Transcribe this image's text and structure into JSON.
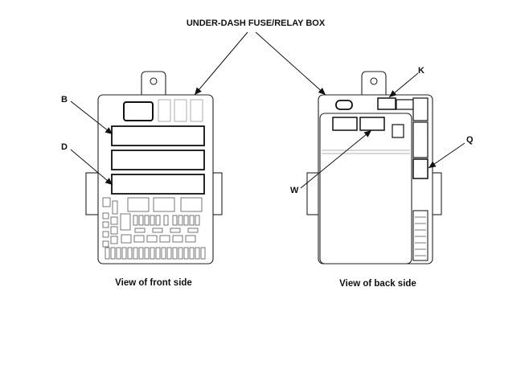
{
  "diagram": {
    "title": "UNDER-DASH FUSE/RELAY BOX",
    "front_view": {
      "caption": "View of front side",
      "callouts": [
        "B",
        "D"
      ]
    },
    "back_view": {
      "caption": "View of back side",
      "callouts": [
        "K",
        "Q",
        "W"
      ]
    }
  }
}
